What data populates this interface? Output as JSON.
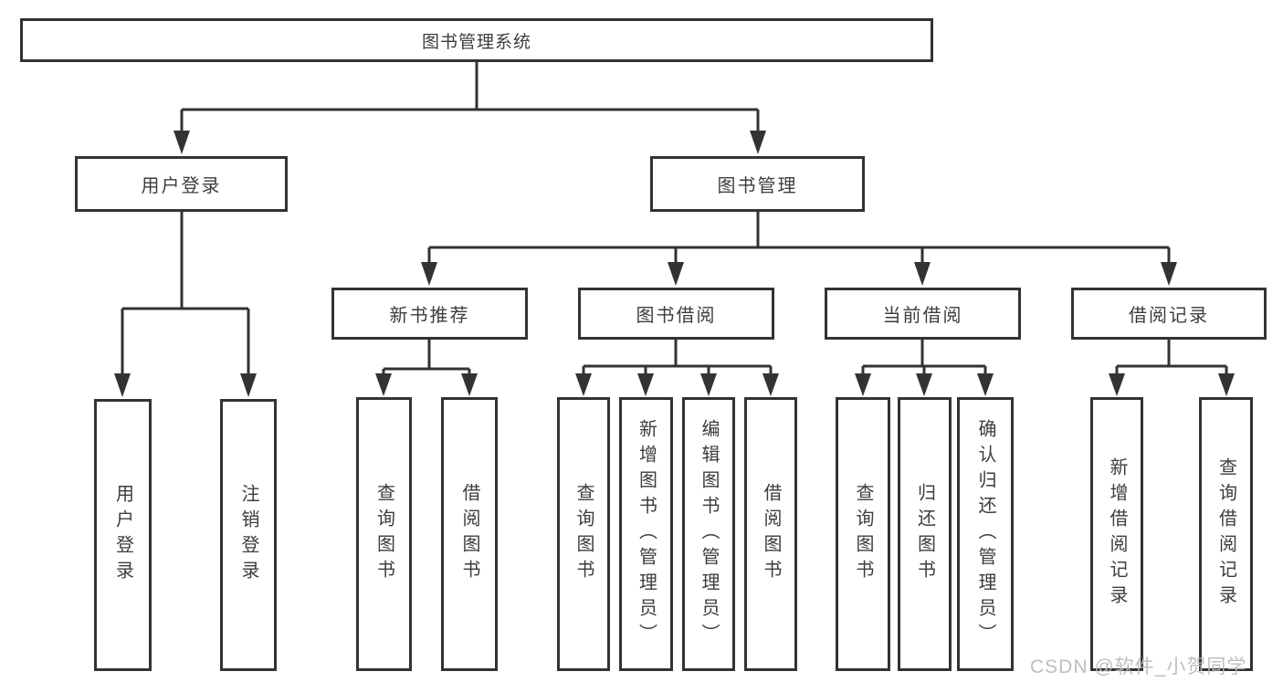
{
  "diagram": {
    "line_color": "#333333",
    "text_color": "#3d3d3d",
    "watermark": "CSDN @软件_小贺同学",
    "tree": {
      "root": {
        "label": "图书管理系统"
      },
      "branches": [
        {
          "label": "用户登录",
          "children": [
            "用户登录",
            "注销登录"
          ]
        },
        {
          "label": "图书管理",
          "children": [
            {
              "label": "新书推荐",
              "children": [
                "查询图书",
                "借阅图书"
              ]
            },
            {
              "label": "图书借阅",
              "children": [
                "查询图书",
                "新增图书（管理员）",
                "编辑图书（管理员）",
                "借阅图书"
              ]
            },
            {
              "label": "当前借阅",
              "children": [
                "查询图书",
                "归还图书",
                "确认归还（管理员）"
              ]
            },
            {
              "label": "借阅记录",
              "children": [
                "新增借阅记录",
                "查询借阅记录"
              ]
            }
          ]
        }
      ]
    }
  }
}
